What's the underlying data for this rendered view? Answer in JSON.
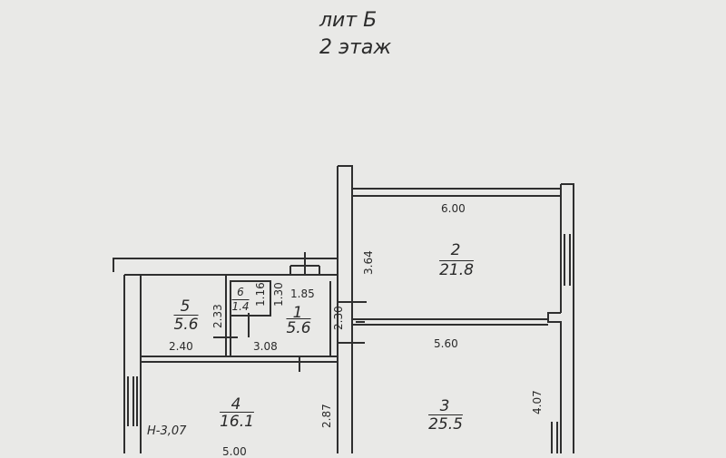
{
  "header": {
    "building": "лит Б",
    "floor": "2 этаж"
  },
  "rooms": [
    {
      "id": "1",
      "number": "1",
      "area": "5.6"
    },
    {
      "id": "2",
      "number": "2",
      "area": "21.8"
    },
    {
      "id": "3",
      "number": "3",
      "area": "25.5"
    },
    {
      "id": "4",
      "number": "4",
      "area": "16.1"
    },
    {
      "id": "5",
      "number": "5",
      "area": "5.6"
    },
    {
      "id": "6",
      "number": "6",
      "area": "1.4"
    }
  ],
  "dimensions": {
    "room2_width": "6.00",
    "room2_height": "3.64",
    "room3_width": "5.60",
    "room3_height": "4.07",
    "room1_width": "1.85",
    "room1_height": "2.30",
    "room1_side": "1.30",
    "room6_height": "1.16",
    "room5_width": "2.40",
    "room5_height": "2.33",
    "hall_width": "3.08",
    "room4_height": "2.87",
    "room4_bottom": "5.00"
  },
  "height_note": "Н-3,07",
  "colors": {
    "line": "#2f2f2f",
    "paper": "#e9e9e7"
  }
}
